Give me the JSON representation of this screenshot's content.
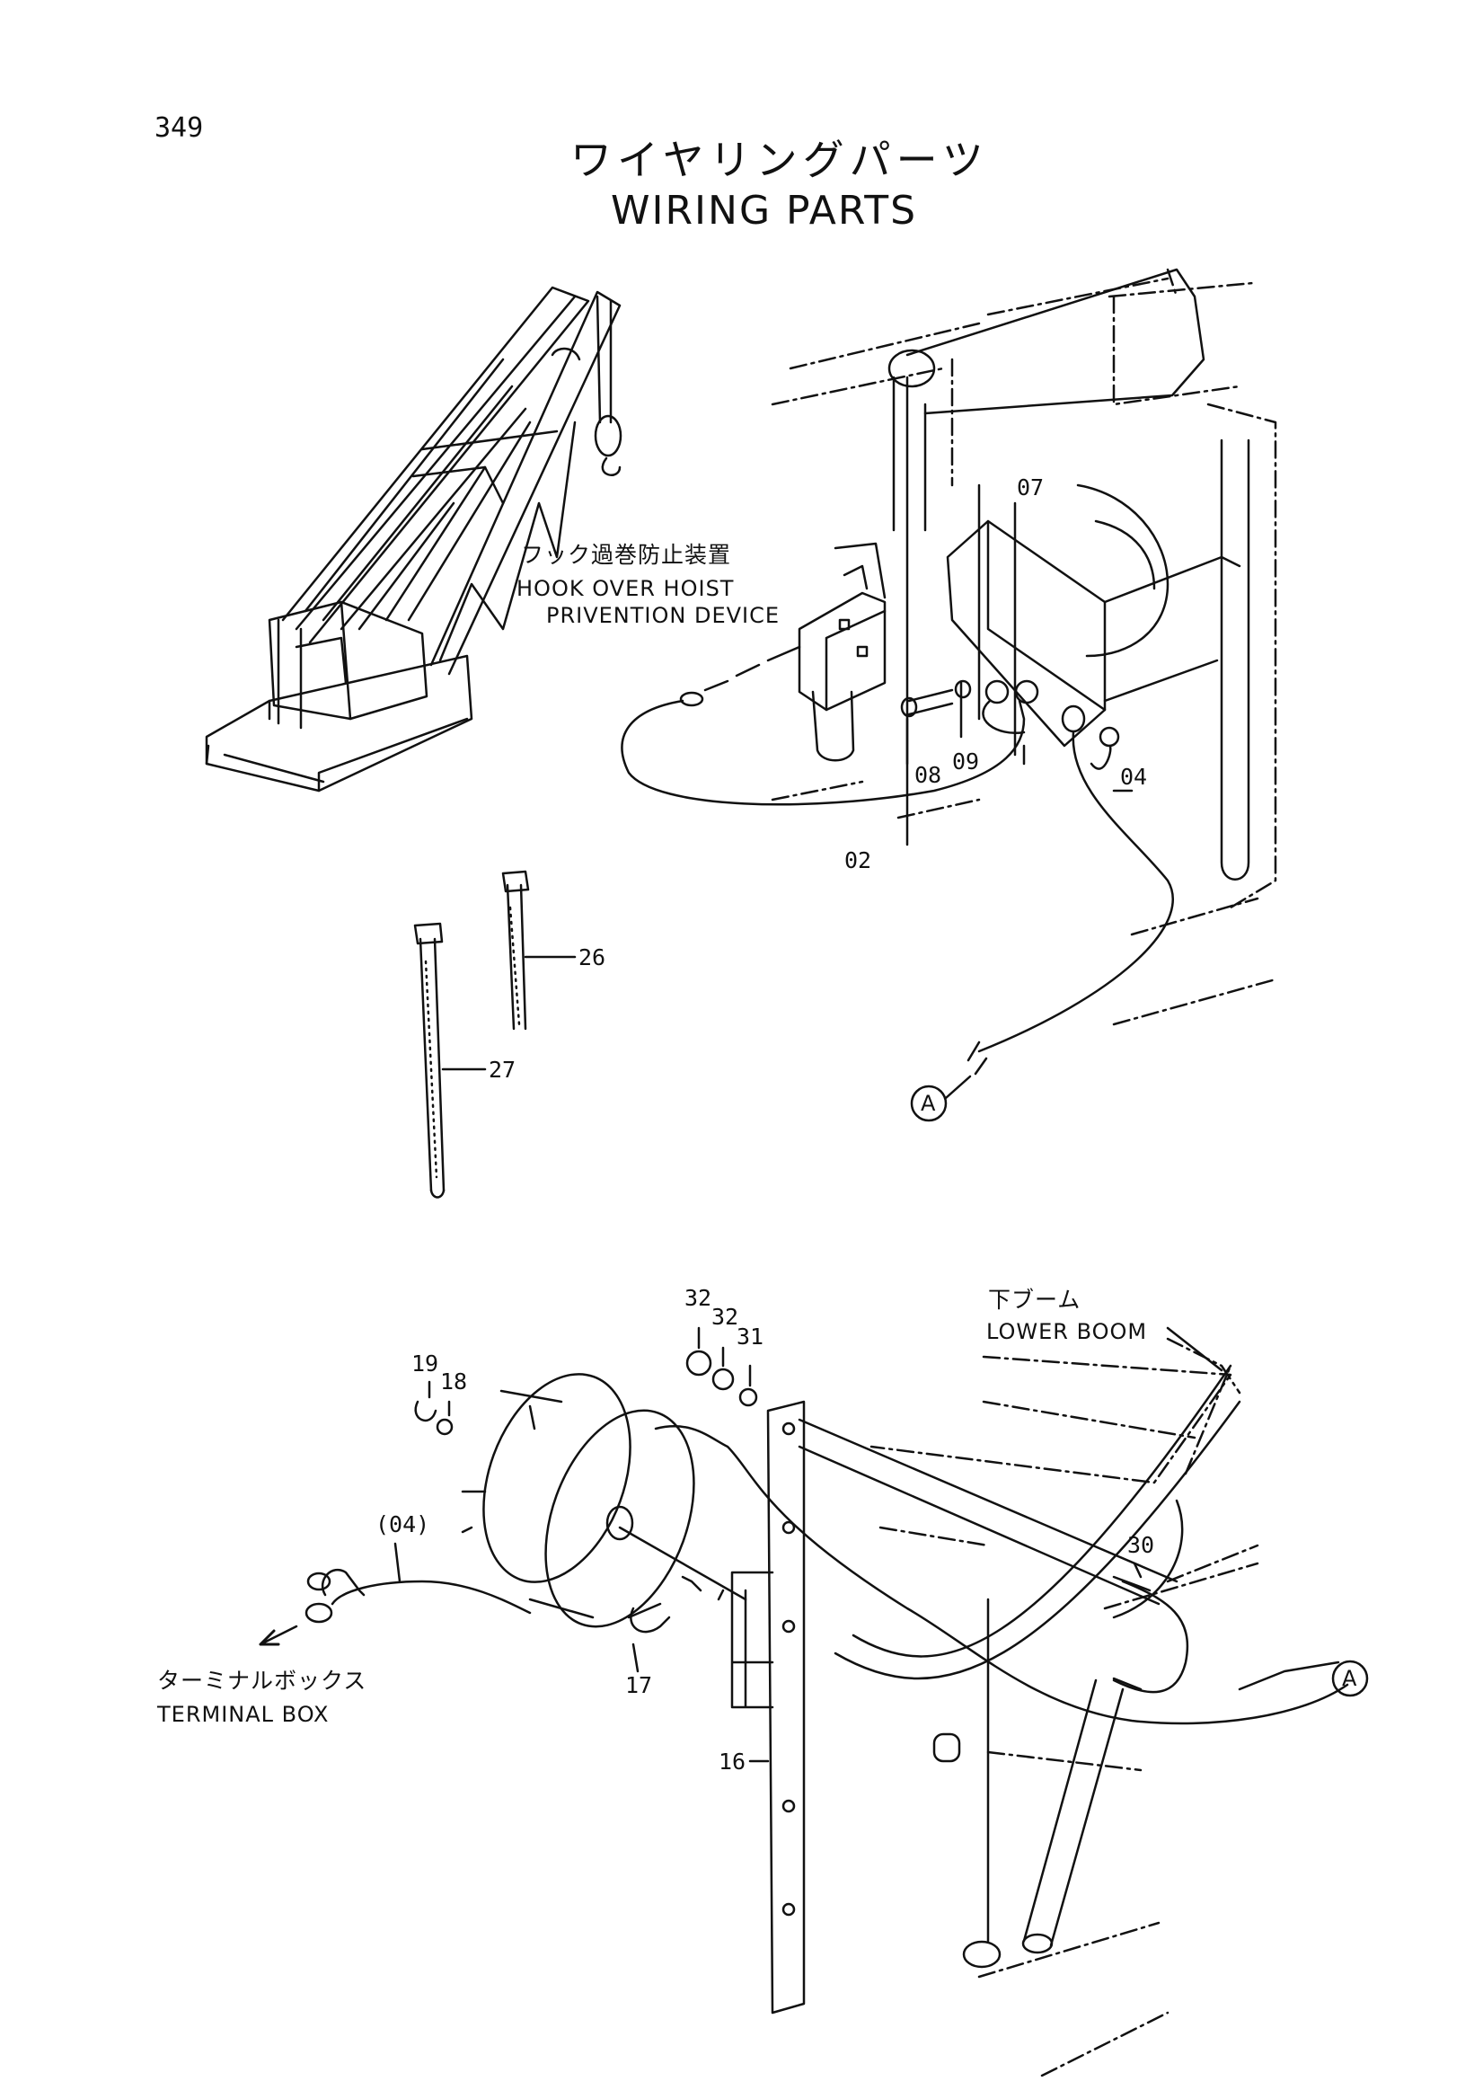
{
  "page_number": "349",
  "title_jp": "ワイヤリングパーツ",
  "title_en": "WIRING PARTS",
  "labels": {
    "hook_jp": "フック過巻防止装置",
    "hook_en_1": "HOOK OVER HOIST",
    "hook_en_2": "PRIVENTION DEVICE",
    "boom_jp": "下ブーム",
    "boom_en": "LOWER BOOM",
    "terminal_jp": "ターミナルボックス",
    "terminal_en": "TERMINAL BOX",
    "ref_a": "A"
  },
  "callouts": {
    "p02": "02",
    "p04": "04",
    "p07": "07",
    "p08": "08",
    "p09": "09",
    "p16": "16",
    "p17": "17",
    "p18": "18",
    "p19": "19",
    "p26": "26",
    "p27": "27",
    "p30": "30",
    "p31": "31",
    "p32a": "32",
    "p32b": "32",
    "p04ref": "(04)"
  }
}
